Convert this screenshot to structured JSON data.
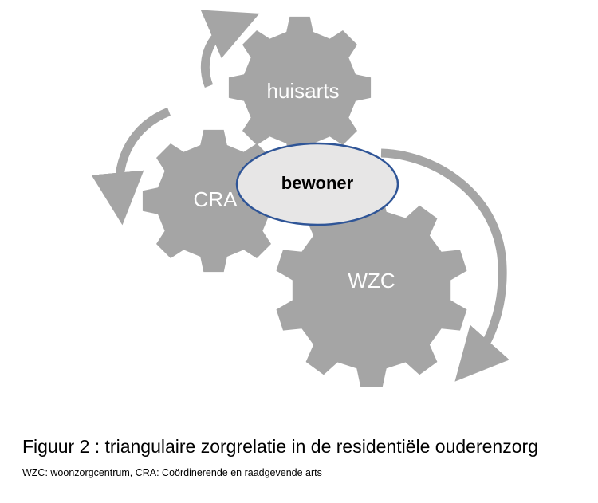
{
  "diagram": {
    "gears": [
      {
        "id": "huisarts",
        "label": "huisarts"
      },
      {
        "id": "cra",
        "label": "CRA"
      },
      {
        "id": "wzc",
        "label": "WZC"
      }
    ],
    "center": {
      "label": "bewoner"
    },
    "colors": {
      "gear": "#a5a5a5",
      "arrow": "#a5a5a5",
      "center_fill": "#e7e6e6",
      "center_stroke": "#2f5597",
      "text_on_gear": "#ffffff"
    }
  },
  "caption": {
    "title": "Figuur 2 : triangulaire zorgrelatie in de residentiële ouderenzorg",
    "subtitle": "WZC: woonzorgcentrum, CRA: Coördinerende en raadgevende arts"
  }
}
